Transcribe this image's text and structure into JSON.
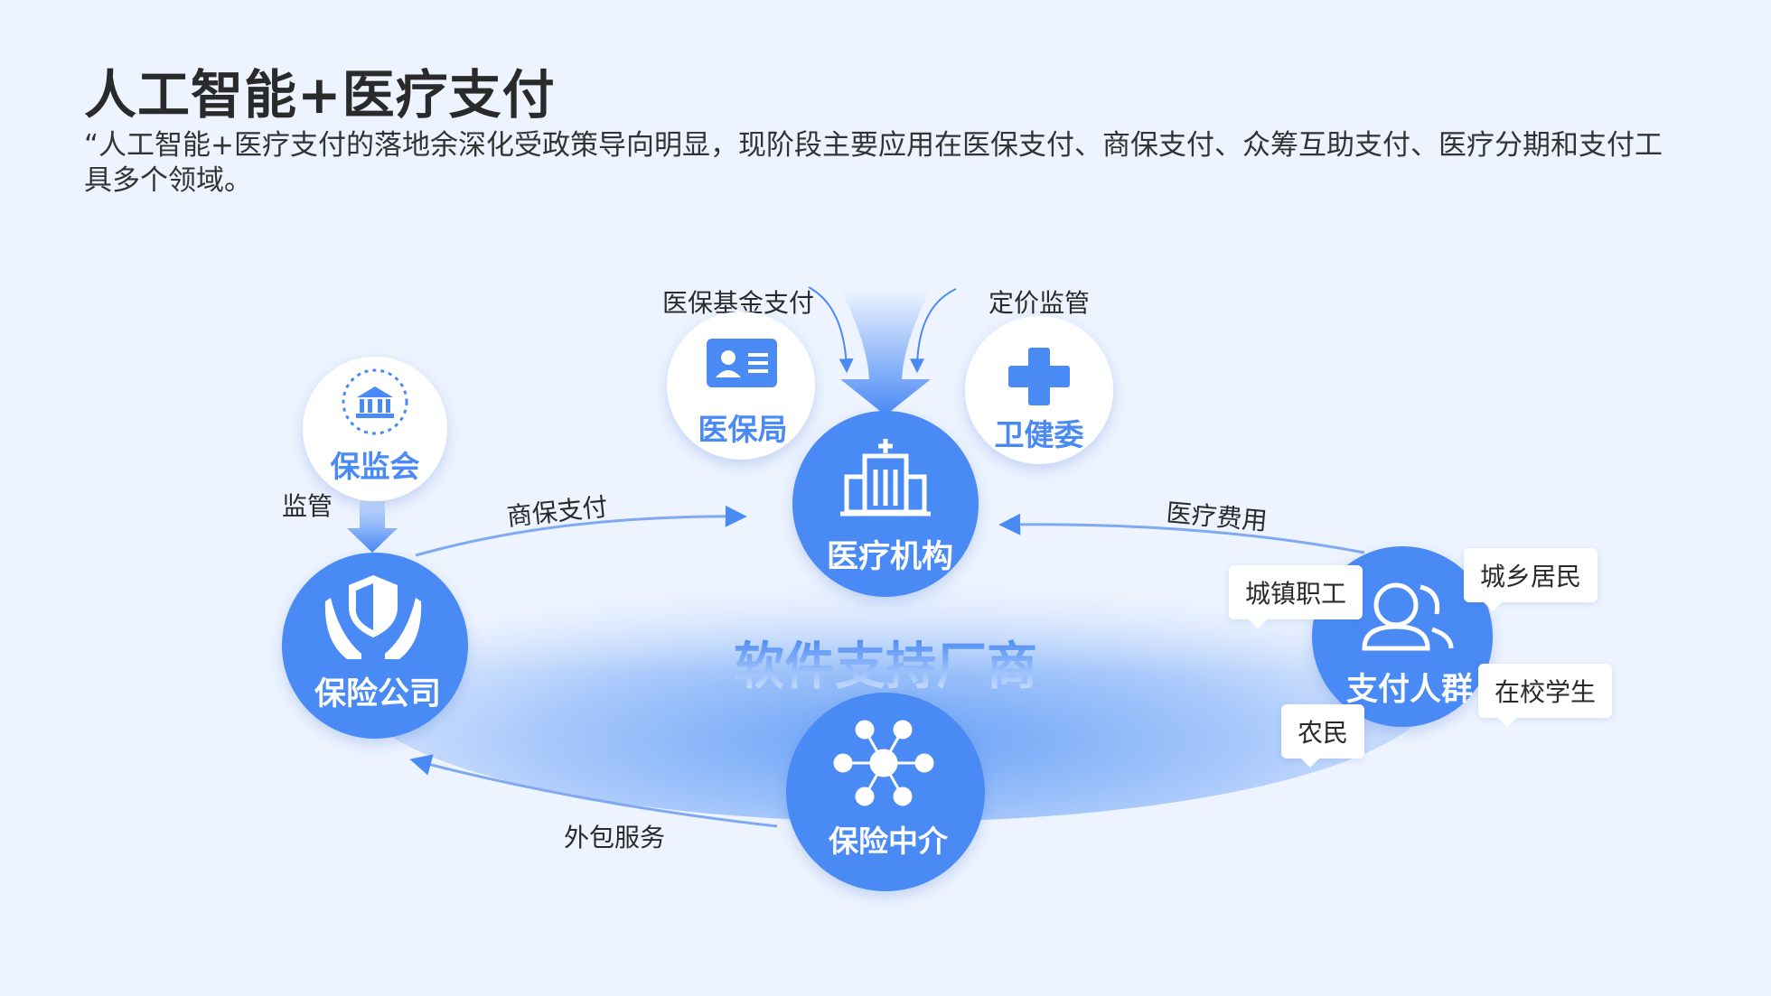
{
  "header": {
    "title": "人工智能+医疗支付",
    "subtitle": "“人工智能+医疗支付的落地余深化受政策导向明显，现阶段主要应用在医保支付、商保支付、众筹互助支付、医疗分期和支付工具多个领域。"
  },
  "center_label": "软件支持厂商",
  "nodes": {
    "medical_institution": "医疗机构",
    "insurance_company": "保险公司",
    "insurance_intermediary": "保险中介",
    "payers": "支付人群",
    "insurance_bureau": "医保局",
    "health_commission": "卫健委",
    "regulator": "保监会"
  },
  "edges": {
    "fund_payment": "医保基金支付",
    "pricing_regulation": "定价监管",
    "supervision": "监管",
    "commercial_payment": "商保支付",
    "medical_fees": "医疗费用",
    "outsourcing": "外包服务"
  },
  "payer_groups": [
    "城镇职工",
    "城乡居民",
    "在校学生",
    "农民"
  ],
  "colors": {
    "primary": "#4a8af4",
    "light": "#ffffff",
    "accent": "#3d7fe8"
  },
  "icons": [
    "hospital-icon",
    "shield-hands-icon",
    "network-icon",
    "people-icon",
    "id-card-icon",
    "plus-icon",
    "bank-icon"
  ]
}
